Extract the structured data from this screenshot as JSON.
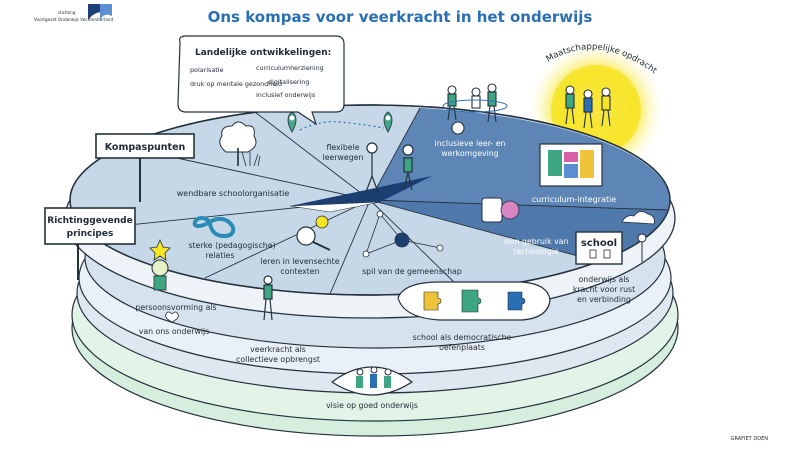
{
  "header": {
    "title": "Ons kompas voor veerkracht in het onderwijs",
    "logo_small": "stichting",
    "logo_text": "Voortgezet Onderwijs Vechtenberland"
  },
  "callout": {
    "title": "Landelijke ontwikkelingen:",
    "items": [
      "polarisatie",
      "curriculumherziening",
      "druk op mentale gezondheid",
      "digitalisering",
      "inclusief onderwijs"
    ]
  },
  "signs": {
    "kompaspunten": "Kompaspunten",
    "richting_line1": "Richtinggevende",
    "richting_line2": "principes"
  },
  "segments": {
    "wendbare": "wendbare schoolorganisatie",
    "flexibele_1": "flexibele",
    "flexibele_2": "leerwegen",
    "inclusieve_1": "inclusieve leer- en",
    "inclusieve_2": "werkomgeving",
    "curriculum": "curriculum-integratie",
    "slim_1": "slim gebruik van",
    "slim_2": "technologie",
    "spil": "spil van de gemeenschap",
    "leren_1": "leren in levensechte",
    "leren_2": "contexten",
    "sterke_1": "sterke (pedagogische)",
    "sterke_2": "relaties"
  },
  "school_sign": "school",
  "maatschappelijke": "Maatschappelijke opdracht",
  "principles": {
    "persoonsvorming_1": "persoonsvorming als",
    "persoonsvorming_2": "van ons onderwijs",
    "veerkracht_1": "veerkracht als",
    "veerkracht_2": "collectieve opbrengst",
    "democratische_1": "school als democratische",
    "democratische_2": "oefenplaats",
    "rust_1": "onderwijs als",
    "rust_2": "kracht voor rust",
    "rust_3": "en verbinding",
    "visie": "visie op goed onderwijs"
  },
  "signature": "GRAFIET DOEN",
  "colors": {
    "dark_blue": "#5d86b6",
    "light_blue": "#c6d7e8",
    "mint": "#cfe9d8",
    "title_blue": "#2a6fb4",
    "sun": "#f5e21a"
  }
}
